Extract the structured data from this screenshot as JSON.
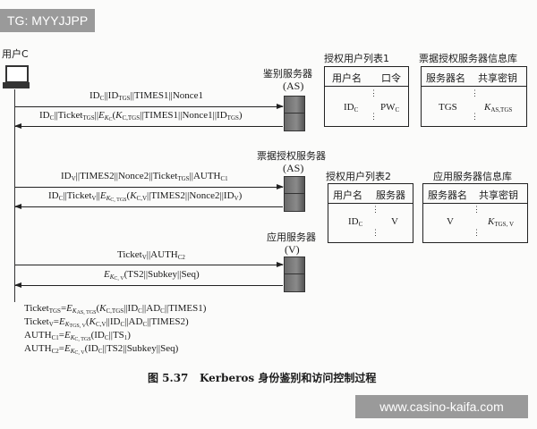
{
  "watermarks": {
    "top_left": "TG: MYYJJPP",
    "bottom_right": "www.casino-kaifa.com"
  },
  "actors": {
    "client": "用户C",
    "as": {
      "name": "鉴别服务器",
      "abbr": "(AS)"
    },
    "tgs": {
      "name": "票据授权服务器",
      "abbr": "(AS)"
    },
    "v": {
      "name": "应用服务器",
      "abbr": "(V)"
    }
  },
  "messages": [
    [
      [
        "ID"
      ],
      [
        "C",
        1
      ],
      [
        "||ID"
      ],
      [
        "TGS",
        1
      ],
      [
        "||TIMES1||Nonce1"
      ]
    ],
    [
      [
        "ID"
      ],
      [
        "C",
        1
      ],
      [
        "||Ticket"
      ],
      [
        "TGS",
        1
      ],
      [
        "||"
      ],
      [
        "E",
        2
      ],
      [
        "K",
        1,
        "C"
      ],
      [
        "("
      ],
      [
        "K",
        2
      ],
      [
        "C,TGS",
        1
      ],
      [
        "||TIMES1||Nonce1||ID"
      ],
      [
        "TGS",
        1
      ],
      [
        ")"
      ]
    ],
    [
      [
        "ID"
      ],
      [
        "V",
        1
      ],
      [
        "||TIMES2||Nonce2||Ticket"
      ],
      [
        "TGS",
        1
      ],
      [
        "||AUTH"
      ],
      [
        "C1",
        1
      ]
    ],
    [
      [
        "ID"
      ],
      [
        "C",
        1
      ],
      [
        "||Ticket"
      ],
      [
        "V",
        1
      ],
      [
        "||"
      ],
      [
        "E",
        2
      ],
      [
        "K",
        1,
        "C, TGS"
      ],
      [
        "("
      ],
      [
        "K",
        2
      ],
      [
        "C,V",
        1
      ],
      [
        "||TIMES2||Nonce2||ID"
      ],
      [
        "V",
        1
      ],
      [
        ")"
      ]
    ],
    [
      [
        "Ticket"
      ],
      [
        "V",
        1
      ],
      [
        "||AUTH"
      ],
      [
        "C2",
        1
      ]
    ],
    [
      [
        "E",
        2
      ],
      [
        "K",
        1,
        "C, V"
      ],
      [
        "(TS2||Subkey||Seq)"
      ]
    ]
  ],
  "tables": [
    {
      "title": "授权用户列表1",
      "headers": [
        "用户名",
        "口令"
      ],
      "cells": [
        [
          [
            "ID"
          ],
          [
            "C",
            1
          ]
        ],
        [
          [
            "PW"
          ],
          [
            "C",
            1
          ]
        ]
      ]
    },
    {
      "title": "票据授权服务器信息库",
      "headers": [
        "服务器名",
        "共享密钥"
      ],
      "cells": [
        [
          [
            "TGS"
          ]
        ],
        [
          [
            "K",
            2
          ],
          [
            "AS,TGS",
            1
          ]
        ]
      ]
    },
    {
      "title": "授权用户列表2",
      "headers": [
        "用户名",
        "服务器"
      ],
      "cells": [
        [
          [
            "ID"
          ],
          [
            "C",
            1
          ]
        ],
        [
          [
            "V"
          ]
        ]
      ]
    },
    {
      "title": "应用服务器信息库",
      "headers": [
        "服务器名",
        "共享密钥"
      ],
      "cells": [
        [
          [
            "V"
          ]
        ],
        [
          [
            "K",
            2
          ],
          [
            "TGS, V",
            1
          ]
        ]
      ]
    }
  ],
  "definitions": [
    [
      [
        "Ticket"
      ],
      [
        "TGS",
        1
      ],
      [
        "="
      ],
      [
        "E",
        2
      ],
      [
        "K",
        1,
        "AS, TGS"
      ],
      [
        "("
      ],
      [
        "K",
        2
      ],
      [
        "C,TGS",
        1
      ],
      [
        "||ID"
      ],
      [
        "C",
        1
      ],
      [
        "||AD"
      ],
      [
        "C",
        1
      ],
      [
        "||TIMES1)"
      ]
    ],
    [
      [
        "Ticket"
      ],
      [
        "V",
        1
      ],
      [
        "="
      ],
      [
        "E",
        2
      ],
      [
        "K",
        1,
        "TGS, V"
      ],
      [
        "("
      ],
      [
        "K",
        2
      ],
      [
        "C,V",
        1
      ],
      [
        "||ID"
      ],
      [
        "C",
        1
      ],
      [
        "||AD"
      ],
      [
        "C",
        1
      ],
      [
        "||TIMES2)"
      ]
    ],
    [
      [
        "AUTH"
      ],
      [
        "C1",
        1
      ],
      [
        "="
      ],
      [
        "E",
        2
      ],
      [
        "K",
        1,
        "C, TGS"
      ],
      [
        "(ID"
      ],
      [
        "C",
        1
      ],
      [
        "||TS"
      ],
      [
        "1",
        1
      ],
      [
        ")"
      ]
    ],
    [
      [
        "AUTH"
      ],
      [
        "C2",
        1
      ],
      [
        "="
      ],
      [
        "E",
        2
      ],
      [
        "K",
        1,
        "C, V"
      ],
      [
        "(ID"
      ],
      [
        "C",
        1
      ],
      [
        "||TS2||Subkey||Seq)"
      ]
    ]
  ],
  "caption": "图 5.37   Kerberos 身份鉴别和访问控制过程"
}
